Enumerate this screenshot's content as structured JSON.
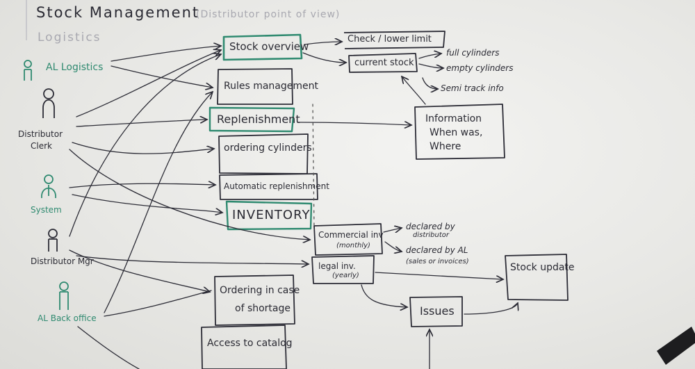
{
  "board": {
    "title": "Stock Management",
    "subtitle": "(Distributor point of view)",
    "section": "Logistics"
  },
  "actors": {
    "al_logistics": "AL Logistics",
    "distributor_clerk_1": "Distributor",
    "distributor_clerk_2": "Clerk",
    "system": "System",
    "distributor_mgr": "Distributor Mgr",
    "al_back_office": "AL Back office"
  },
  "boxes": {
    "stock_overview": "Stock overview",
    "rules_management": "Rules management",
    "replenishment": "Replenishment",
    "ordering_cylinders": "ordering cylinders",
    "automatic_replenishment": "Automatic replenishment",
    "inventory": "INVENTORY",
    "commercial_inv": "Commercial inv",
    "commercial_inv_note": "(monthly)",
    "legal_inv": "legal inv.",
    "legal_inv_note": "(yearly)",
    "ordering_shortage_1": "Ordering in case",
    "ordering_shortage_2": "of shortage",
    "access_catalog": "Access to catalog",
    "check_limit": "Check / lower limit",
    "current_stock": "current stock",
    "information_1": "Information",
    "information_2": "When was,",
    "information_3": "Where",
    "issues": "Issues",
    "stock_update": "Stock update"
  },
  "notes": {
    "full_cylinders": "full cylinders",
    "empty_cylinders": "empty cylinders",
    "semi_track_info": "Semi track info",
    "declared_distributor_1": "declared by",
    "declared_distributor_2": "distributor",
    "declared_al_1": "declared by AL",
    "declared_al_2": "(sales or invoices)"
  }
}
